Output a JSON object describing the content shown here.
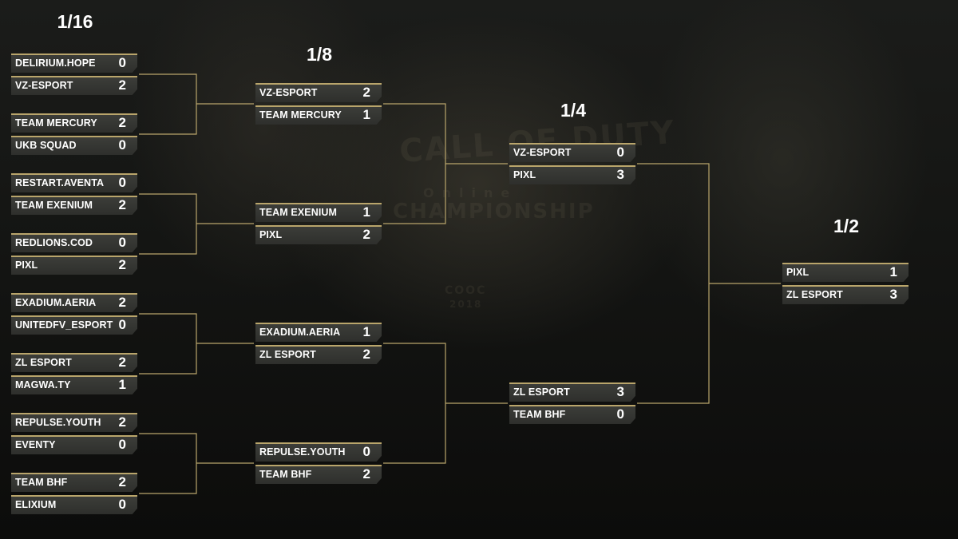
{
  "watermark": {
    "line1": "CALL OF DUTY",
    "line2": "Online",
    "line3": "CHAMPIONSHIP",
    "line4": "COOC",
    "line5": "2018"
  },
  "rounds": [
    {
      "title": "1/16",
      "matches": [
        [
          {
            "team": "DELIRIUM.HOPE",
            "score": "0"
          },
          {
            "team": "VZ-ESPORT",
            "score": "2"
          }
        ],
        [
          {
            "team": "TEAM MERCURY",
            "score": "2"
          },
          {
            "team": "UKB SQUAD",
            "score": "0"
          }
        ],
        [
          {
            "team": "RESTART.AVENTA",
            "score": "0"
          },
          {
            "team": "TEAM EXENIUM",
            "score": "2"
          }
        ],
        [
          {
            "team": "REDLIONS.COD",
            "score": "0"
          },
          {
            "team": "PIXL",
            "score": "2"
          }
        ],
        [
          {
            "team": "EXADIUM.AERIA",
            "score": "2"
          },
          {
            "team": "UNITEDFV_ESPORT",
            "score": "0"
          }
        ],
        [
          {
            "team": "ZL ESPORT",
            "score": "2"
          },
          {
            "team": "MAGWA.TY",
            "score": "1"
          }
        ],
        [
          {
            "team": "REPULSE.YOUTH",
            "score": "2"
          },
          {
            "team": "EVENTY",
            "score": "0"
          }
        ],
        [
          {
            "team": "TEAM BHF",
            "score": "2"
          },
          {
            "team": "ELIXIUM",
            "score": "0"
          }
        ]
      ]
    },
    {
      "title": "1/8",
      "matches": [
        [
          {
            "team": "VZ-ESPORT",
            "score": "2"
          },
          {
            "team": "TEAM MERCURY",
            "score": "1"
          }
        ],
        [
          {
            "team": "TEAM EXENIUM",
            "score": "1"
          },
          {
            "team": "PIXL",
            "score": "2"
          }
        ],
        [
          {
            "team": "EXADIUM.AERIA",
            "score": "1"
          },
          {
            "team": "ZL ESPORT",
            "score": "2"
          }
        ],
        [
          {
            "team": "REPULSE.YOUTH",
            "score": "0"
          },
          {
            "team": "TEAM BHF",
            "score": "2"
          }
        ]
      ]
    },
    {
      "title": "1/4",
      "matches": [
        [
          {
            "team": "VZ-ESPORT",
            "score": "0"
          },
          {
            "team": "PIXL",
            "score": "3"
          }
        ],
        [
          {
            "team": "ZL ESPORT",
            "score": "3"
          },
          {
            "team": "TEAM BHF",
            "score": "0"
          }
        ]
      ]
    },
    {
      "title": "1/2",
      "matches": [
        [
          {
            "team": "PIXL",
            "score": "1"
          },
          {
            "team": "ZL ESPORT",
            "score": "3"
          }
        ]
      ]
    }
  ]
}
